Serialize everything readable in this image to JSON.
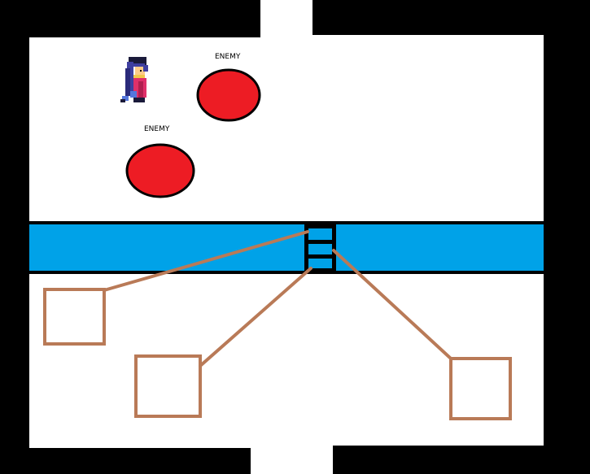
{
  "colors": {
    "background": "#ffffff",
    "wall": "#000000",
    "river": "#00a2e8",
    "enemy_fill": "#ed1c24",
    "enemy_outline": "#000000",
    "rope": "#b97a57",
    "box_outline": "#b97a57",
    "hero_hair": "#3f3fa0",
    "hero_skin": "#ffcc88",
    "hero_dress": "#e0306a",
    "hero_boots": "#5577dd"
  },
  "enemies": [
    {
      "label": "ENEMY"
    },
    {
      "label": "ENEMY"
    }
  ],
  "scene": {
    "player": {
      "icon": "pixel-character-sprite"
    },
    "river": {
      "ladder_rungs": 3
    },
    "boxes": 3
  }
}
